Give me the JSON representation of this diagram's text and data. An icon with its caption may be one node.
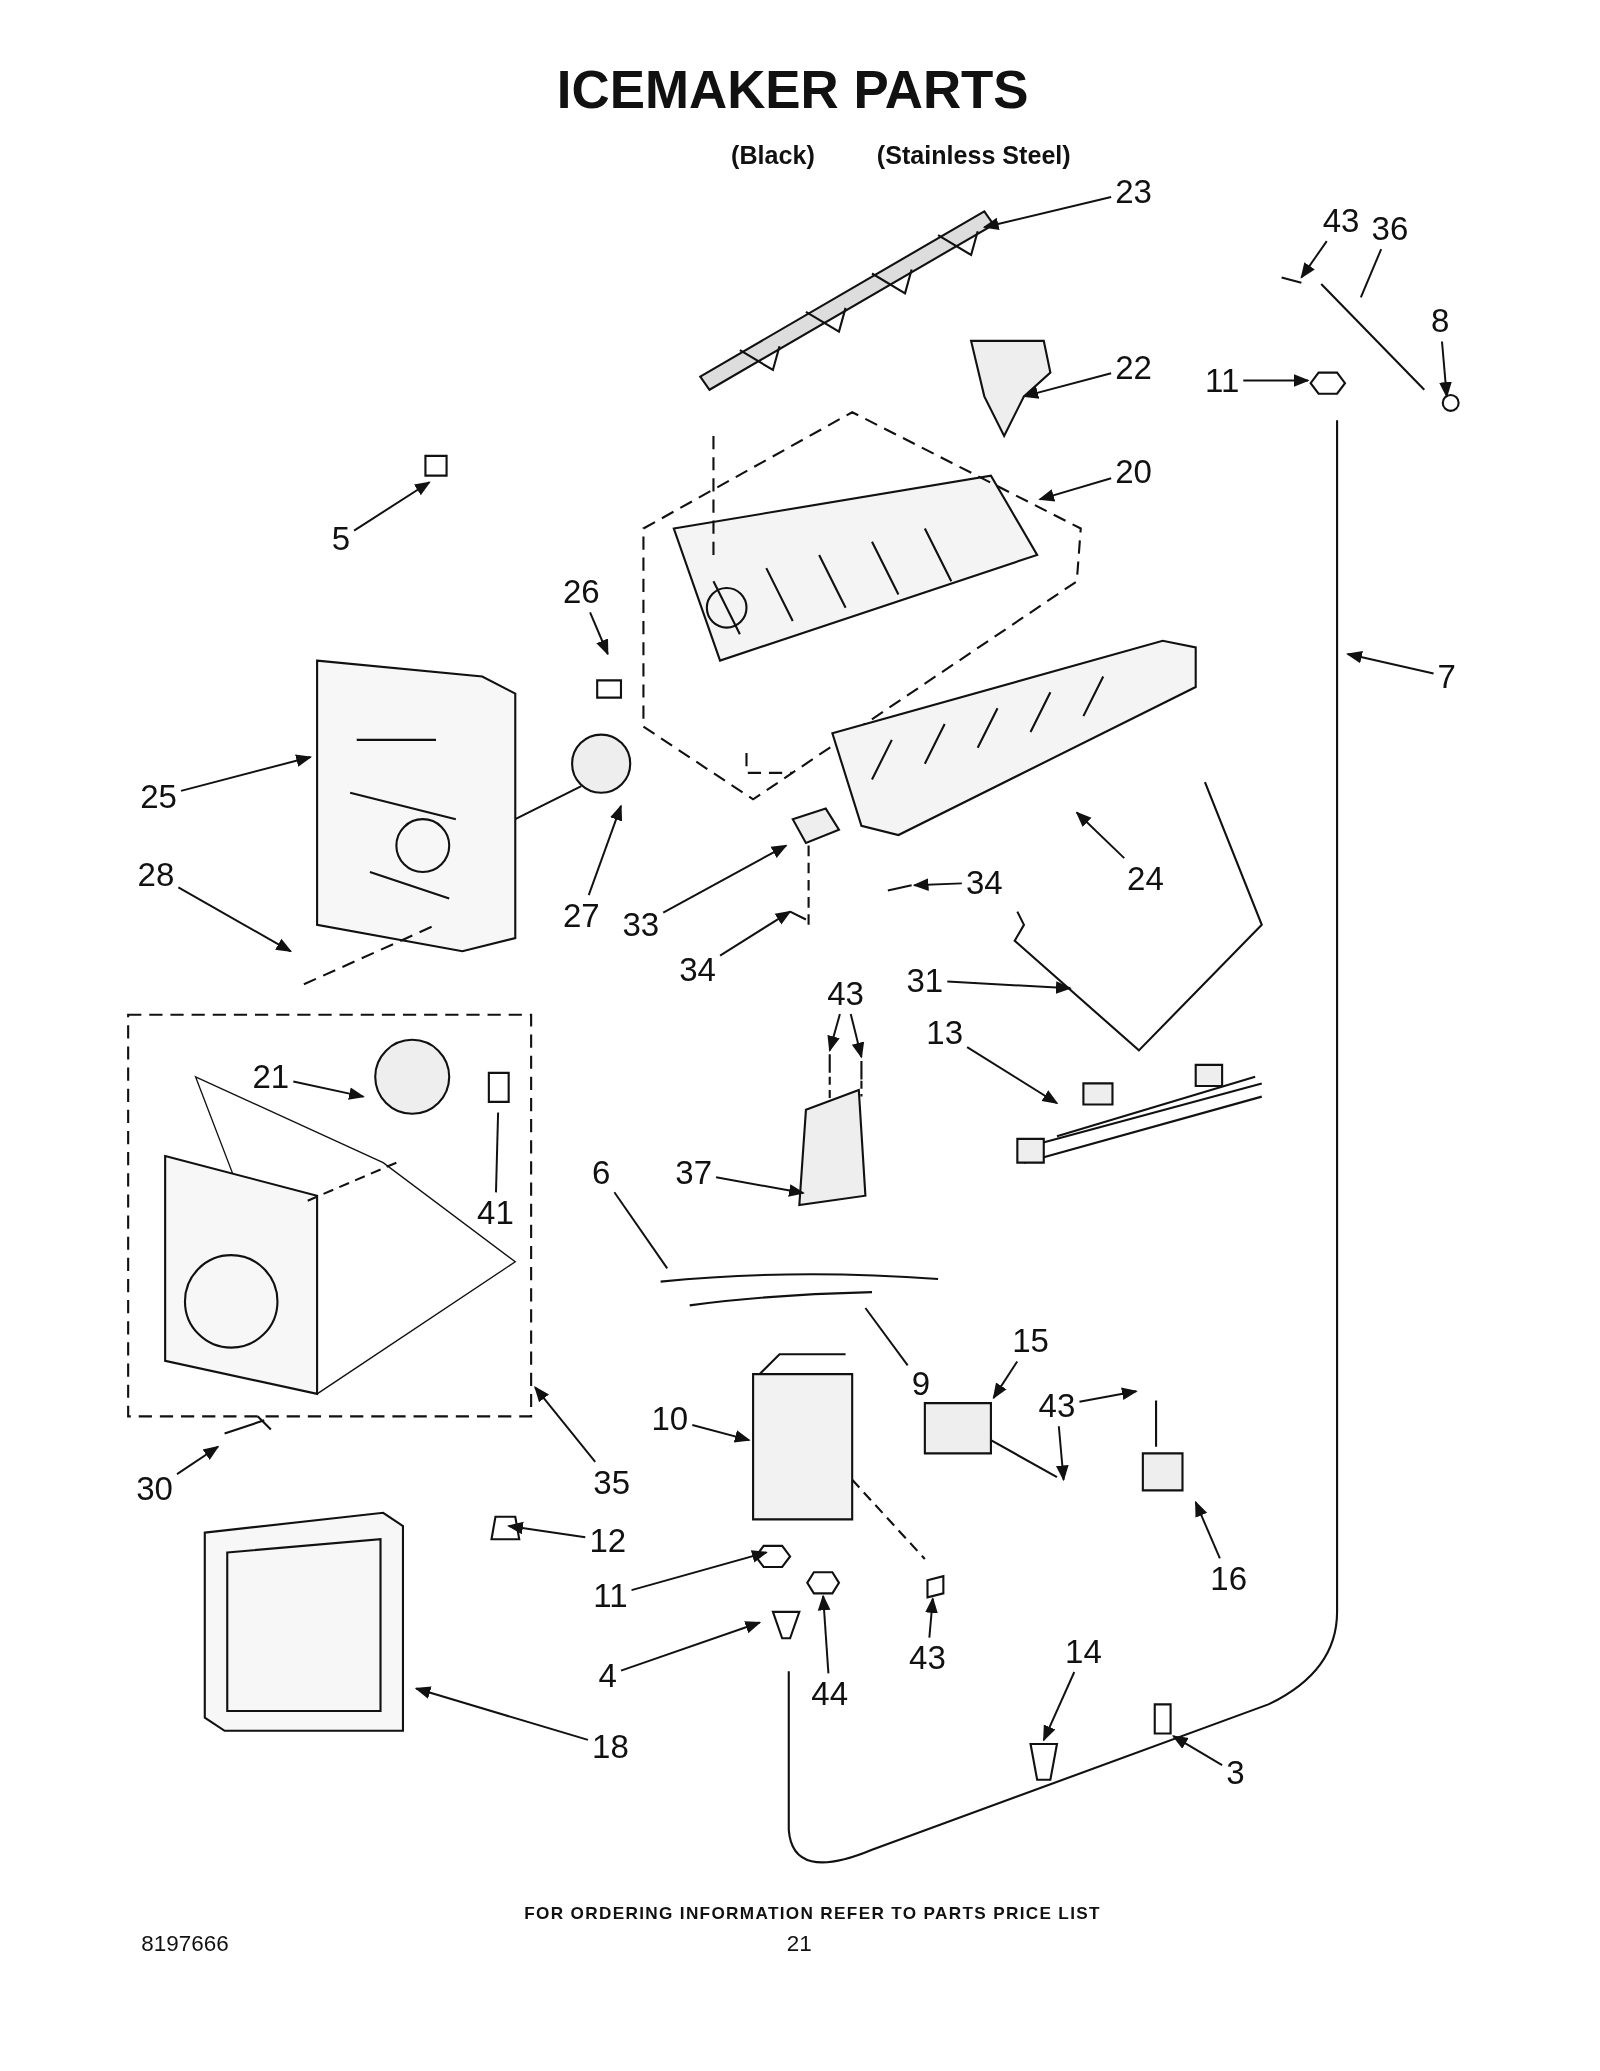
{
  "diagram": {
    "title": "ICEMAKER PARTS",
    "nodes": [
      {
        "text": [
          "23"
        ]
      },
      {
        "text": [
          "43"
        ]
      },
      {
        "text": [
          "36"
        ]
      },
      {
        "text": [
          "8"
        ]
      },
      {
        "text": [
          "11"
        ]
      },
      {
        "text": [
          "22"
        ]
      },
      {
        "text": [
          "20"
        ]
      },
      {
        "text": [
          "5"
        ]
      },
      {
        "text": [
          "7"
        ]
      },
      {
        "text": [
          "26"
        ]
      },
      {
        "text": [
          "25"
        ]
      },
      {
        "text": [
          "27"
        ]
      },
      {
        "text": [
          "24"
        ]
      },
      {
        "text": [
          "28"
        ]
      },
      {
        "text": [
          "33"
        ]
      },
      {
        "text": [
          "34"
        ]
      },
      {
        "text": [
          "34"
        ]
      },
      {
        "text": [
          "43"
        ]
      },
      {
        "text": [
          "31"
        ]
      },
      {
        "text": [
          "13"
        ]
      },
      {
        "text": [
          "21"
        ]
      },
      {
        "text": [
          "41"
        ]
      },
      {
        "text": [
          "37"
        ]
      },
      {
        "text": [
          "6"
        ]
      },
      {
        "text": [
          "9"
        ]
      },
      {
        "text": [
          "15"
        ]
      },
      {
        "text": [
          "10"
        ]
      },
      {
        "text": [
          "43"
        ]
      },
      {
        "text": [
          "16"
        ]
      },
      {
        "text": [
          "30"
        ]
      },
      {
        "text": [
          "35"
        ]
      },
      {
        "text": [
          "12"
        ]
      },
      {
        "text": [
          "11"
        ]
      },
      {
        "text": [
          "4"
        ]
      },
      {
        "text": [
          "44"
        ]
      },
      {
        "text": [
          "43"
        ]
      },
      {
        "text": [
          "14"
        ]
      },
      {
        "text": [
          "3"
        ]
      },
      {
        "text": [
          "18"
        ]
      }
    ],
    "edges": [
      {
        "from": 0,
        "to": null,
        "arrow": "to"
      },
      {
        "from": 1,
        "to": null,
        "arrow": "to"
      },
      {
        "from": 2,
        "to": null,
        "arrow": "none"
      },
      {
        "from": 3,
        "to": null,
        "arrow": "to"
      },
      {
        "from": 4,
        "to": null,
        "arrow": "to"
      },
      {
        "from": 5,
        "to": null,
        "arrow": "to"
      },
      {
        "from": 6,
        "to": null,
        "arrow": "to"
      },
      {
        "from": 7,
        "to": null,
        "arrow": "to"
      },
      {
        "from": 8,
        "to": null,
        "arrow": "to"
      },
      {
        "from": 9,
        "to": null,
        "arrow": "to"
      },
      {
        "from": 10,
        "to": null,
        "arrow": "to"
      },
      {
        "from": 11,
        "to": null,
        "arrow": "to"
      },
      {
        "from": 12,
        "to": null,
        "arrow": "to"
      },
      {
        "from": 13,
        "to": null,
        "arrow": "to"
      },
      {
        "from": 14,
        "to": null,
        "arrow": "to"
      },
      {
        "from": 15,
        "to": null,
        "arrow": "to"
      },
      {
        "from": 16,
        "to": null,
        "arrow": "to"
      },
      {
        "from": 17,
        "to": null,
        "arrow": "to"
      },
      {
        "from": 17,
        "to": null,
        "arrow": "to"
      },
      {
        "from": 18,
        "to": null,
        "arrow": "to"
      },
      {
        "from": 19,
        "to": null,
        "arrow": "to"
      },
      {
        "from": 20,
        "to": null,
        "arrow": "to"
      },
      {
        "from": 21,
        "to": null,
        "arrow": "none"
      },
      {
        "from": 22,
        "to": null,
        "arrow": "to"
      },
      {
        "from": 23,
        "to": null,
        "arrow": "none"
      },
      {
        "from": 24,
        "to": null,
        "arrow": "none"
      },
      {
        "from": 25,
        "to": null,
        "arrow": "to"
      },
      {
        "from": 26,
        "to": null,
        "arrow": "to"
      },
      {
        "from": 27,
        "to": null,
        "arrow": "to"
      },
      {
        "from": 27,
        "to": null,
        "arrow": "to"
      },
      {
        "from": 28,
        "to": null,
        "arrow": "to"
      },
      {
        "from": 29,
        "to": null,
        "arrow": "to"
      },
      {
        "from": 30,
        "to": null,
        "arrow": "to"
      },
      {
        "from": 31,
        "to": null,
        "arrow": "to"
      },
      {
        "from": 32,
        "to": null,
        "arrow": "to"
      },
      {
        "from": 33,
        "to": null,
        "arrow": "to"
      },
      {
        "from": 34,
        "to": null,
        "arrow": "to"
      },
      {
        "from": 35,
        "to": null,
        "arrow": "to"
      },
      {
        "from": 36,
        "to": null,
        "arrow": "to"
      },
      {
        "from": 37,
        "to": null,
        "arrow": "to"
      },
      {
        "from": 38,
        "to": null,
        "arrow": "to"
      }
    ],
    "labels": [
      "(Black)",
      "(Stainless Steel)",
      "FOR ORDERING INFORMATION REFER TO PARTS PRICE LIST",
      "8197666",
      "21"
    ]
  }
}
